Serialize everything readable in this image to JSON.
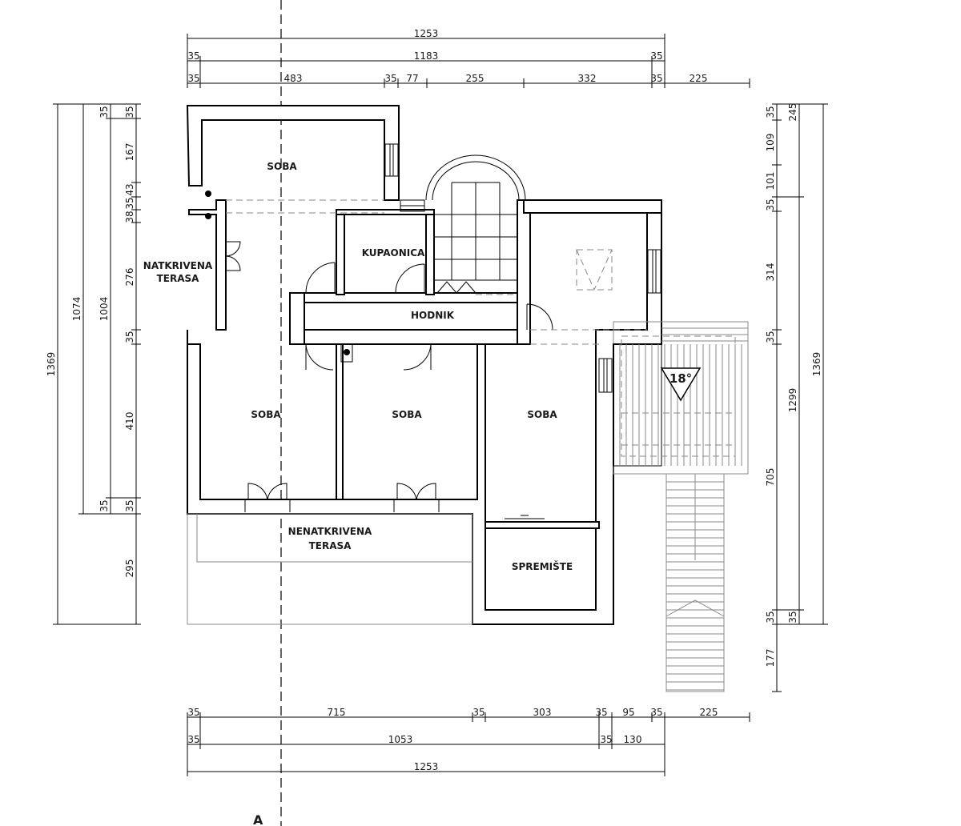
{
  "top_dims": {
    "row1": [
      "1253"
    ],
    "row2": [
      "35",
      "1183",
      "35"
    ],
    "row3": [
      "35",
      "483",
      "35",
      "77",
      "255",
      "332",
      "35",
      "225"
    ]
  },
  "bottom_dims": {
    "row1": [
      "35",
      "715",
      "35",
      "303",
      "35",
      "95",
      "35",
      "225"
    ],
    "row2": [
      "35",
      "1053",
      "35",
      "130"
    ],
    "row3": [
      "1253"
    ]
  },
  "left_dims": {
    "outer": "1369",
    "mid": "1074",
    "inner": "1004",
    "c1": [
      "35",
      "35"
    ],
    "c2": [
      "35",
      "167",
      "43",
      "35",
      "38",
      "276",
      "35",
      "410",
      "35",
      "295"
    ]
  },
  "right_dims": {
    "c1": [
      "35",
      "109",
      "101",
      "35",
      "314",
      "35",
      "705",
      "35",
      "177"
    ],
    "c2": [
      "245",
      "1299",
      "35"
    ],
    "outer": "1369"
  },
  "rooms": {
    "soba_top": "SOBA",
    "natkrivena_1": "NATKRIVENA",
    "natkrivena_2": "TERASA",
    "kupaonica": "KUPAONICA",
    "hodnik": "HODNIK",
    "soba_left": "SOBA",
    "soba_mid": "SOBA",
    "soba_right": "SOBA",
    "nenatkrivena_1": "NENATKRIVENA",
    "nenatkrivena_2": "TERASA",
    "spremiste": "SPREMIŠTE"
  },
  "roof_pitch": "18°",
  "section_mark": "A"
}
